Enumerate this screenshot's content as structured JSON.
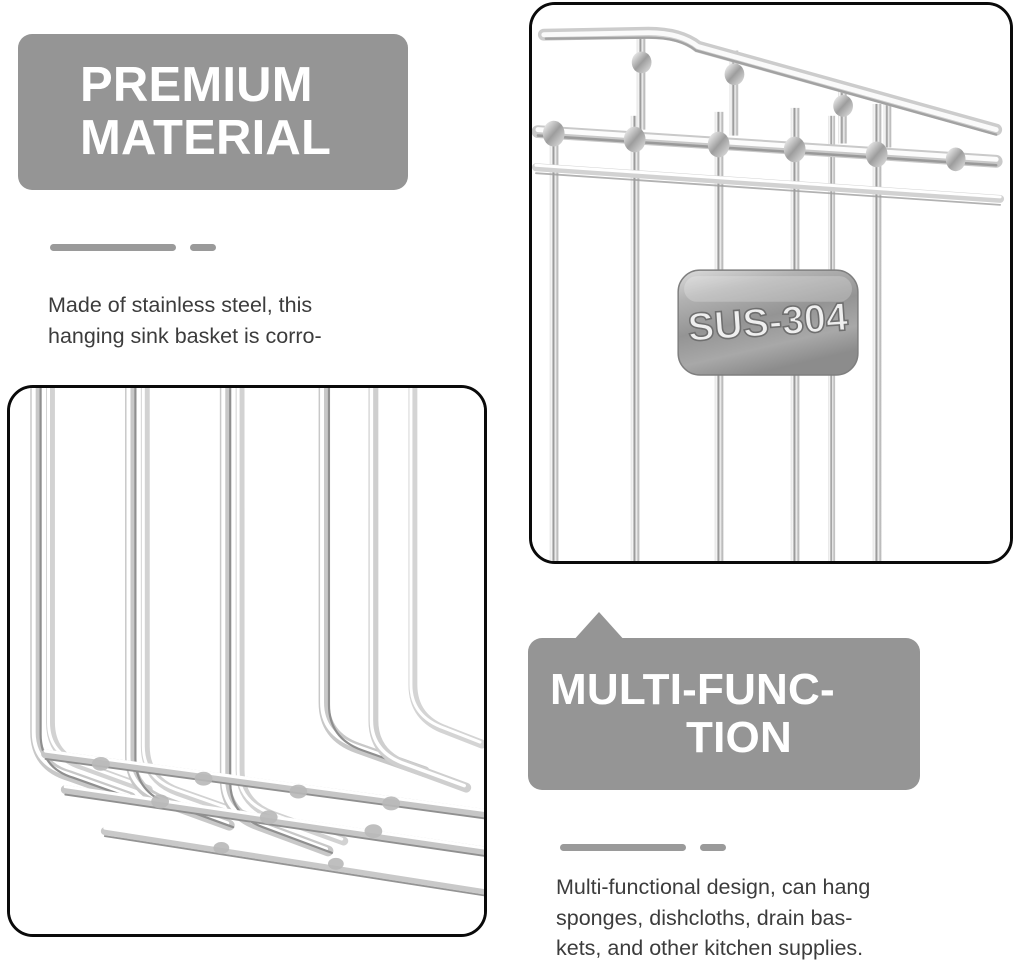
{
  "page": {
    "kind": "product-infographic",
    "background": "#ffffff",
    "accent_gray": "#959595",
    "rule_gray": "#9a9a9a",
    "body_text_color": "#3c3c3c",
    "panel_border_color": "#0a0a0a"
  },
  "features": [
    {
      "id": "premium-material",
      "heading_line_1": "PREMIUM",
      "heading_line_2": "MATERIAL",
      "body": "Made of stainless steel, this\nhanging sink basket is corro-"
    },
    {
      "id": "multi-function",
      "heading_line_1": "MULTI-FUNC-",
      "heading_line_2": "TION",
      "body": " Multi-functional design, can hang\nsponges, dishcloths, drain bas-\nkets, and other kitchen supplies."
    }
  ],
  "photos": [
    {
      "id": "photo-top-right",
      "alt": "Close-up of stainless steel wire basket rim with stamped grade tag",
      "tag_label": "SUS-304"
    },
    {
      "id": "photo-bottom-left",
      "alt": "Stainless steel wire sink basket frame viewed from the side"
    }
  ]
}
